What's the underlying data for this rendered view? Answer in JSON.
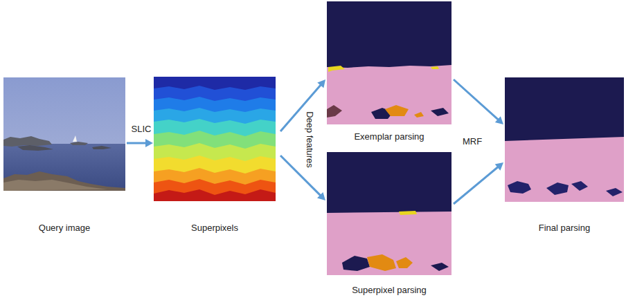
{
  "diagram": {
    "nodes": [
      {
        "text": [
          "Query image"
        ]
      },
      {
        "text": [
          "Superpixels"
        ]
      },
      {
        "text": [
          "Exemplar parsing"
        ]
      },
      {
        "text": [
          "Superpixel parsing"
        ]
      },
      {
        "text": [
          "Final parsing"
        ]
      }
    ],
    "edges": [
      {
        "from": 0,
        "to": 1,
        "label": "SLIC",
        "arrow": "to"
      },
      {
        "from": 1,
        "to": 2,
        "label": "Deep features",
        "arrow": "to"
      },
      {
        "from": 1,
        "to": 3,
        "arrow": "to"
      },
      {
        "from": 2,
        "to": 4,
        "label": "MRF",
        "arrow": "to"
      },
      {
        "from": 3,
        "to": 4,
        "arrow": "to"
      }
    ]
  }
}
